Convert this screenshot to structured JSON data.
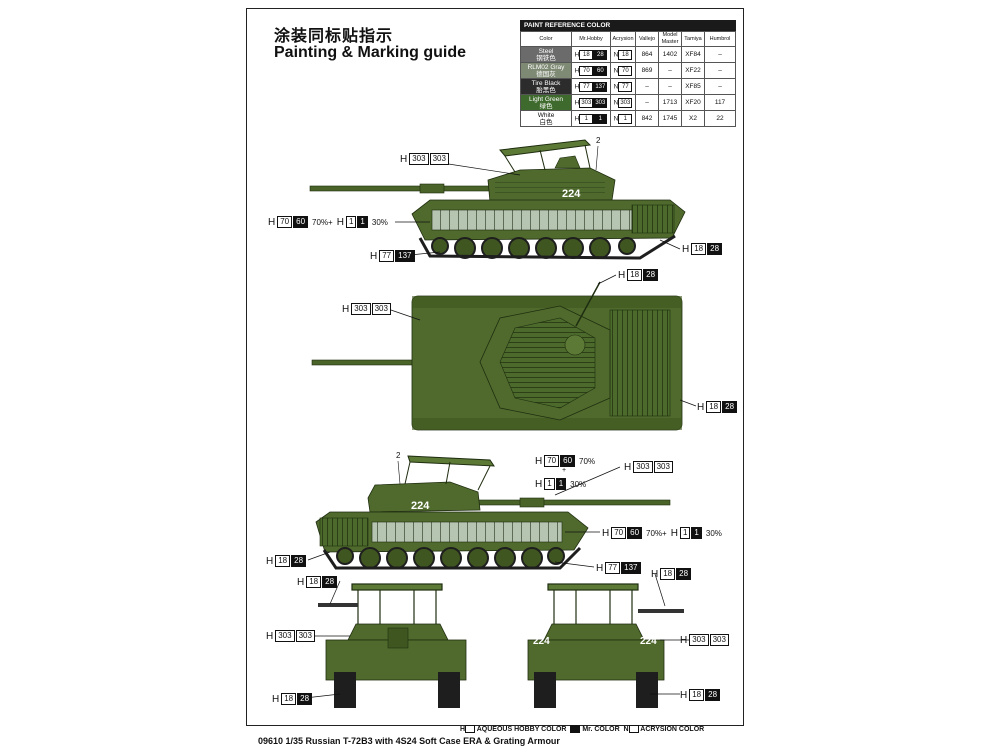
{
  "header": {
    "title_cn": "涂装同标贴指示",
    "title_en": "Painting & Marking guide"
  },
  "reference": {
    "title": "PAINT REFERENCE COLOR",
    "columns": [
      "Color",
      "Mr.Hobby",
      "Acrysion",
      "Vallejo",
      "Model Master",
      "Tamiya",
      "Humbrol"
    ],
    "rows": [
      {
        "name": "Steel",
        "name_cn": "钢铁色",
        "swatch": "#6b6b6b",
        "hobby_a": "18",
        "hobby_b": "28",
        "acry_a": "18",
        "vallejo": "864",
        "master": "1402",
        "tamiya": "XF84",
        "humbrol": "–"
      },
      {
        "name": "RLM02 Gray",
        "name_cn": "德国灰",
        "swatch": "#7f8a74",
        "hobby_a": "70",
        "hobby_b": "60",
        "acry_a": "70",
        "vallejo": "869",
        "master": "–",
        "tamiya": "XF22",
        "humbrol": "–"
      },
      {
        "name": "Tire Black",
        "name_cn": "胎黑色",
        "swatch": "#2c2c2c",
        "hobby_a": "77",
        "hobby_b": "137",
        "acry_a": "77",
        "vallejo": "–",
        "master": "–",
        "tamiya": "XF85",
        "humbrol": "–"
      },
      {
        "name": "Light Green",
        "name_cn": "绿色",
        "swatch": "#3f6a2d",
        "hobby_a": "303",
        "hobby_b": "303",
        "acry_a": "303",
        "vallejo": "–",
        "master": "1713",
        "tamiya": "XF20",
        "humbrol": "117"
      },
      {
        "name": "White",
        "name_cn": "白色",
        "swatch": "#ffffff",
        "hobby_a": "1",
        "hobby_b": "1",
        "acry_a": "1",
        "vallejo": "842",
        "master": "1745",
        "tamiya": "X2",
        "humbrol": "22"
      }
    ]
  },
  "callouts": {
    "side_top_turret": {
      "a": "303",
      "b": "303"
    },
    "side_top_gun_a": "70",
    "side_top_gun_b": "60",
    "side_top_gun_pct": "70%+",
    "side_top_gun_c": "1",
    "side_top_gun_d": "1",
    "side_top_gun_pct2": "30%",
    "side_top_tracks": {
      "a": "77",
      "b": "137"
    },
    "side_top_rear": {
      "a": "18",
      "b": "28"
    },
    "plan_gun": {
      "a": "18",
      "b": "28"
    },
    "plan_body": {
      "a": "303",
      "b": "303"
    },
    "plan_rear": {
      "a": "18",
      "b": "28"
    },
    "side_bot_mix_a1": "70",
    "side_bot_mix_b1": "60",
    "side_bot_mix_p1": "70%",
    "plus": "+",
    "side_bot_mix_a2": "1",
    "side_bot_mix_b2": "1",
    "side_bot_mix_p2": "30%",
    "side_bot_body": {
      "a": "303",
      "b": "303"
    },
    "side_bot_hull_a": "70",
    "side_bot_hull_b": "60",
    "side_bot_hull_pct": "70%+",
    "side_bot_hull_c": "1",
    "side_bot_hull_d": "1",
    "side_bot_hull_pct2": "30%",
    "side_bot_front": {
      "a": "18",
      "b": "28"
    },
    "side_bot_tracks": {
      "a": "77",
      "b": "137"
    },
    "front_mg": {
      "a": "18",
      "b": "28"
    },
    "front_body": {
      "a": "303",
      "b": "303"
    },
    "front_tracks": {
      "a": "18",
      "b": "28"
    },
    "rear_mg": {
      "a": "18",
      "b": "28"
    },
    "rear_body": {
      "a": "303",
      "b": "303"
    },
    "rear_tracks": {
      "a": "18",
      "b": "28"
    },
    "H": "H"
  },
  "markings": {
    "number": "224",
    "part_ref": "2"
  },
  "footer": {
    "legend_hobby": "H",
    "legend_hobby_text": "AQUEOUS HOBBY COLOR",
    "legend_mr_text": "Mr. COLOR",
    "legend_acry": "N",
    "legend_acry_text": "ACRYSION COLOR",
    "title": "09610 1/35  Russian T-72B3 with 4S24 Soft Case ERA & Grating Armour"
  },
  "colors": {
    "tank_green": "#4f6a2c",
    "tank_dark": "#2f4519",
    "tank_light": "#7b9a4f",
    "era": "#a9b8a6",
    "track": "#1e1e1e"
  }
}
